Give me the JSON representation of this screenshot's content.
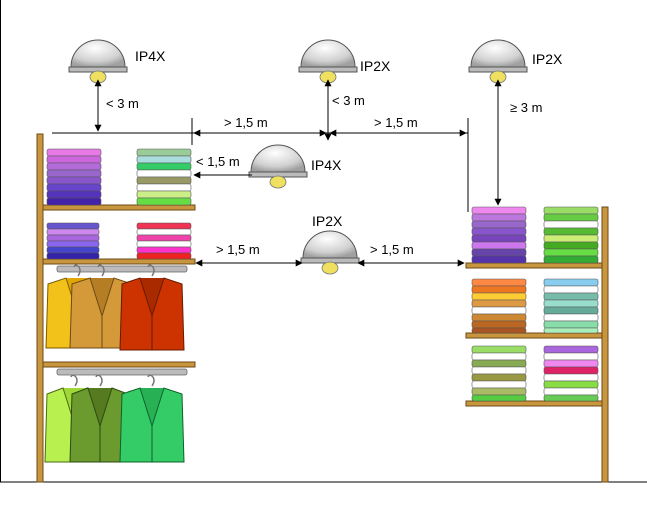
{
  "lamps": [
    {
      "id": "lamp-top-left",
      "rating": "IP4X"
    },
    {
      "id": "lamp-top-center",
      "rating": "IP2X"
    },
    {
      "id": "lamp-top-right",
      "rating": "IP2X"
    },
    {
      "id": "lamp-side-shelf",
      "rating": "IP4X"
    },
    {
      "id": "lamp-middle",
      "rating": "IP2X"
    }
  ],
  "dimensions": {
    "left_vertical": "< 3 m",
    "center_vertical": "< 3 m",
    "right_vertical": "≥ 3 m",
    "top_horizontal_left": "> 1,5 m",
    "top_horizontal_right": "> 1,5 m",
    "side_shelf_horizontal": "< 1,5 m",
    "middle_left": "> 1,5 m",
    "middle_right": "> 1,5 m"
  },
  "colors": {
    "shelf_wood": "#c8963e",
    "lamp_shade": "#d9d9d9",
    "lamp_bulb": "#f0e060",
    "jacket_yellow": "#f2c21a",
    "jacket_tan": "#d49a3a",
    "jacket_red": "#cc3300",
    "jacket_lime": "#b8f050",
    "jacket_olive": "#6b9a2e",
    "jacket_green": "#33cc66"
  }
}
